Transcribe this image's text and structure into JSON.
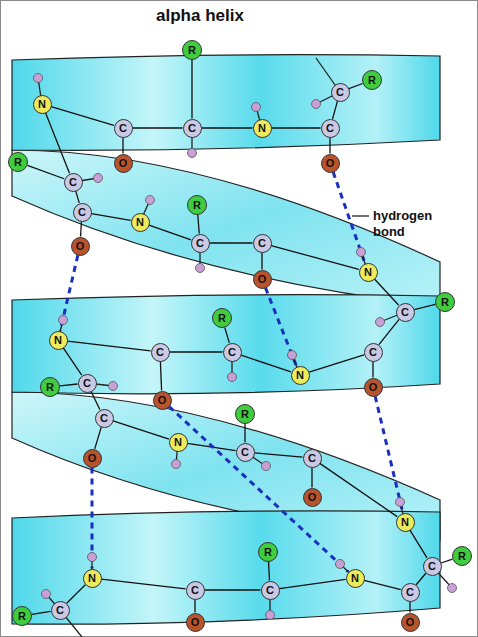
{
  "diagram": {
    "title": "alpha helix",
    "nodes": [
      {
        "text": [
          "R"
        ]
      },
      {
        "text": [
          "R"
        ]
      },
      {
        "text": [
          "C"
        ]
      },
      {
        "text": [
          "N"
        ]
      },
      {
        "text": [
          "C"
        ]
      },
      {
        "text": [
          "C"
        ]
      },
      {
        "text": [
          "N"
        ]
      },
      {
        "text": [
          "C"
        ]
      },
      {
        "text": [
          "O"
        ]
      },
      {
        "text": [
          "O"
        ]
      },
      {
        "text": [
          "R"
        ]
      },
      {
        "text": [
          "C"
        ]
      },
      {
        "text": [
          "R"
        ]
      },
      {
        "text": [
          "C"
        ]
      },
      {
        "text": [
          "N"
        ]
      },
      {
        "text": [
          "C"
        ]
      },
      {
        "text": [
          "C"
        ]
      },
      {
        "text": [
          "O"
        ]
      },
      {
        "text": [
          "N"
        ]
      },
      {
        "text": [
          "O"
        ]
      },
      {
        "text": [
          "R"
        ]
      },
      {
        "text": [
          "C"
        ]
      },
      {
        "text": [
          "R"
        ]
      },
      {
        "text": [
          "N"
        ]
      },
      {
        "text": [
          "C"
        ]
      },
      {
        "text": [
          "C"
        ]
      },
      {
        "text": [
          "C"
        ]
      },
      {
        "text": [
          "N"
        ]
      },
      {
        "text": [
          "C"
        ]
      },
      {
        "text": [
          "R"
        ]
      },
      {
        "text": [
          "O"
        ]
      },
      {
        "text": [
          "O"
        ]
      },
      {
        "text": [
          "R"
        ]
      },
      {
        "text": [
          "C"
        ]
      },
      {
        "text": [
          "N"
        ]
      },
      {
        "text": [
          "C"
        ]
      },
      {
        "text": [
          "O"
        ]
      },
      {
        "text": [
          "C"
        ]
      },
      {
        "text": [
          "O"
        ]
      },
      {
        "text": [
          "N"
        ]
      },
      {
        "text": [
          "R"
        ]
      },
      {
        "text": [
          "R"
        ]
      },
      {
        "text": [
          "C"
        ]
      },
      {
        "text": [
          "N"
        ]
      },
      {
        "text": [
          "N"
        ]
      },
      {
        "text": [
          "C"
        ]
      },
      {
        "text": [
          "C"
        ]
      },
      {
        "text": [
          "C"
        ]
      },
      {
        "text": [
          "C"
        ]
      },
      {
        "text": [
          "R"
        ]
      },
      {
        "text": [
          "O"
        ]
      },
      {
        "text": [
          "O"
        ]
      }
    ],
    "edges": [
      {
        "from": 2,
        "to": 1,
        "arrow": "none"
      },
      {
        "from": 2,
        "to": 7,
        "arrow": "none"
      },
      {
        "from": 7,
        "to": 9,
        "arrow": "none"
      },
      {
        "from": 7,
        "to": 6,
        "arrow": "none"
      },
      {
        "from": 6,
        "to": 5,
        "arrow": "none"
      },
      {
        "from": 5,
        "to": 0,
        "arrow": "none"
      },
      {
        "from": 5,
        "to": 4,
        "arrow": "none"
      },
      {
        "from": 4,
        "to": 8,
        "arrow": "none"
      },
      {
        "from": 4,
        "to": 3,
        "arrow": "none"
      },
      {
        "from": 3,
        "to": 11,
        "arrow": "none"
      },
      {
        "from": 11,
        "to": 10,
        "arrow": "none"
      },
      {
        "from": 11,
        "to": 13,
        "arrow": "none"
      },
      {
        "from": 13,
        "to": 17,
        "arrow": "none"
      },
      {
        "from": 13,
        "to": 14,
        "arrow": "none"
      },
      {
        "from": 14,
        "to": 15,
        "arrow": "none"
      },
      {
        "from": 15,
        "to": 12,
        "arrow": "none"
      },
      {
        "from": 15,
        "to": 16,
        "arrow": "none"
      },
      {
        "from": 16,
        "to": 19,
        "arrow": "none"
      },
      {
        "from": 16,
        "to": 18,
        "arrow": "none"
      },
      {
        "from": 18,
        "to": 21,
        "arrow": "none"
      },
      {
        "from": 21,
        "to": 20,
        "arrow": "none"
      },
      {
        "from": 21,
        "to": 26,
        "arrow": "none"
      },
      {
        "from": 26,
        "to": 30,
        "arrow": "none"
      },
      {
        "from": 26,
        "to": 27,
        "arrow": "none"
      },
      {
        "from": 27,
        "to": 25,
        "arrow": "none"
      },
      {
        "from": 25,
        "to": 22,
        "arrow": "none"
      },
      {
        "from": 25,
        "to": 24,
        "arrow": "none"
      },
      {
        "from": 24,
        "to": 31,
        "arrow": "none"
      },
      {
        "from": 24,
        "to": 23,
        "arrow": "none"
      },
      {
        "from": 23,
        "to": 28,
        "arrow": "none"
      },
      {
        "from": 28,
        "to": 29,
        "arrow": "none"
      },
      {
        "from": 28,
        "to": 33,
        "arrow": "none"
      },
      {
        "from": 33,
        "to": 36,
        "arrow": "none"
      },
      {
        "from": 33,
        "to": 34,
        "arrow": "none"
      },
      {
        "from": 34,
        "to": 35,
        "arrow": "none"
      },
      {
        "from": 35,
        "to": 32,
        "arrow": "none"
      },
      {
        "from": 35,
        "to": 37,
        "arrow": "none"
      },
      {
        "from": 37,
        "to": 38,
        "arrow": "none"
      },
      {
        "from": 37,
        "to": 39,
        "arrow": "none"
      },
      {
        "from": 39,
        "to": 42,
        "arrow": "none"
      },
      {
        "from": 42,
        "to": 41,
        "arrow": "none"
      },
      {
        "from": 42,
        "to": 47,
        "arrow": "none"
      },
      {
        "from": 47,
        "to": 51,
        "arrow": "none"
      },
      {
        "from": 47,
        "to": 43,
        "arrow": "none"
      },
      {
        "from": 43,
        "to": 46,
        "arrow": "none"
      },
      {
        "from": 46,
        "to": 40,
        "arrow": "none"
      },
      {
        "from": 46,
        "to": 45,
        "arrow": "none"
      },
      {
        "from": 45,
        "to": 50,
        "arrow": "none"
      },
      {
        "from": 45,
        "to": 44,
        "arrow": "none"
      },
      {
        "from": 44,
        "to": 48,
        "arrow": "none"
      },
      {
        "from": 48,
        "to": 49,
        "arrow": "none"
      },
      {
        "from": 9,
        "to": 18,
        "arrow": "none"
      },
      {
        "from": 17,
        "to": 23,
        "arrow": "none"
      },
      {
        "from": 19,
        "to": 27,
        "arrow": "none"
      },
      {
        "from": 30,
        "to": 39,
        "arrow": "none"
      },
      {
        "from": 31,
        "to": 43,
        "arrow": "none"
      },
      {
        "from": 36,
        "to": 44,
        "arrow": "none"
      }
    ],
    "labels": [
      "hydrogen bond"
    ]
  }
}
